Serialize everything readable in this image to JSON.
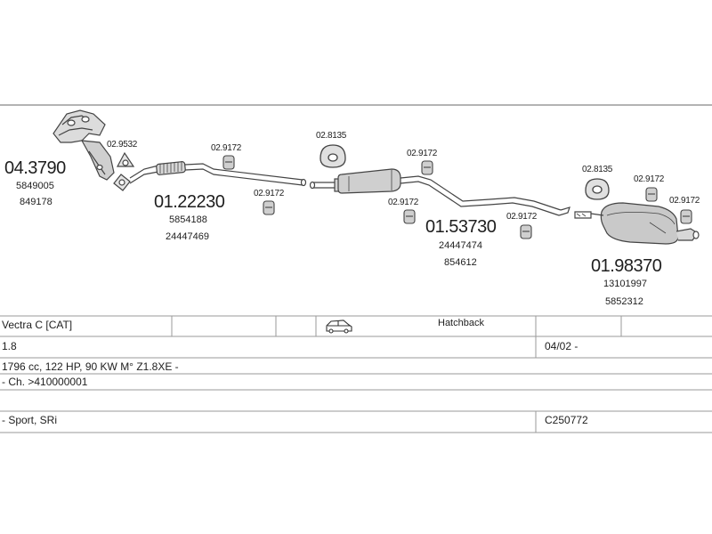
{
  "parts": {
    "manifold": {
      "code": "04.3790",
      "ref1": "5849005",
      "ref2": "849178"
    },
    "gasket_front": {
      "code": "02.9532"
    },
    "front_pipe": {
      "code": "01.22230",
      "ref1": "5854188",
      "ref2": "24447469"
    },
    "hanger_1": {
      "code": "02.9172"
    },
    "hanger_2": {
      "code": "02.9172"
    },
    "ring_1": {
      "code": "02.8135"
    },
    "hanger_3": {
      "code": "02.9172"
    },
    "hanger_4": {
      "code": "02.9172"
    },
    "middle": {
      "code": "01.53730",
      "ref1": "24447474",
      "ref2": "854612"
    },
    "hanger_5": {
      "code": "02.9172"
    },
    "ring_2": {
      "code": "02.8135"
    },
    "hanger_6": {
      "code": "02.9172"
    },
    "hanger_7": {
      "code": "02.9172"
    },
    "rear": {
      "code": "01.98370",
      "ref1": "13101997",
      "ref2": "5852312"
    }
  },
  "table": {
    "model": "Vectra C  [CAT]",
    "body_icon": "car-icon",
    "body_type": "Hatchback",
    "engine_size": "1.8",
    "date_range": "04/02 -",
    "engine_details": "1796 cc, 122 HP, 90 KW M° Z1.8XE -",
    "chassis": "- Ch. >410000001",
    "variant": "- Sport, SRi",
    "catalog_code": "C250772"
  },
  "colors": {
    "line": "#9a9a9a",
    "ink": "#1e1e1e",
    "part": "#555555"
  }
}
